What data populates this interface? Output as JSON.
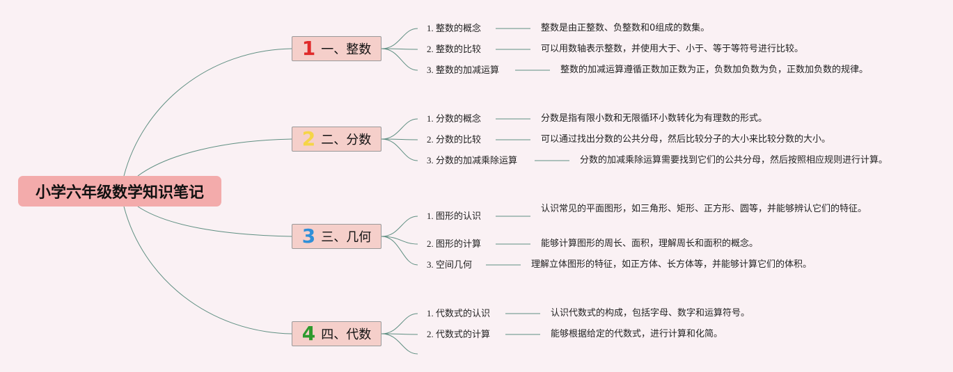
{
  "title": "小学六年级数学知识笔记",
  "colors": {
    "background": "#faf1f4",
    "root": "#f3abab",
    "topic": "#f5cfca",
    "line": "#5f8f82"
  },
  "topics": [
    {
      "number": "1",
      "number_color": "#e02a2a",
      "label": "一、整数",
      "items": [
        {
          "label": "1. 整数的概念",
          "desc": "整数是由正整数、负整数和0组成的数集。"
        },
        {
          "label": "2. 整数的比较",
          "desc": "可以用数轴表示整数，并使用大于、小于、等于等符号进行比较。"
        },
        {
          "label": "3. 整数的加减运算",
          "desc": "整数的加减运算遵循正数加正数为正，负数加负数为负，正数加负数的规律。"
        }
      ]
    },
    {
      "number": "2",
      "number_color": "#f5d547",
      "label": "二、分数",
      "items": [
        {
          "label": "1. 分数的概念",
          "desc": "分数是指有限小数和无限循环小数转化为有理数的形式。"
        },
        {
          "label": "2. 分数的比较",
          "desc": "可以通过找出分数的公共分母，然后比较分子的大小来比较分数的大小。"
        },
        {
          "label": "3. 分数的加减乘除运算",
          "desc": "分数的加减乘除运算需要找到它们的公共分母，然后按照相应规则进行计算。"
        }
      ]
    },
    {
      "number": "3",
      "number_color": "#2f8fd8",
      "label": "三、几何",
      "items": [
        {
          "label": "1. 图形的认识",
          "desc": "认识常见的平面图形，如三角形、矩形、正方形、圆等，并能够辨认它们的特征。"
        },
        {
          "label": "2. 图形的计算",
          "desc": "能够计算图形的周长、面积，理解周长和面积的概念。"
        },
        {
          "label": "3. 空间几何",
          "desc": "理解立体图形的特征，如正方体、长方体等，并能够计算它们的体积。"
        }
      ]
    },
    {
      "number": "4",
      "number_color": "#2e9a2e",
      "label": "四、代数",
      "items": [
        {
          "label": "1. 代数式的认识",
          "desc": "认识代数式的构成，包括字母、数字和运算符号。"
        },
        {
          "label": "2. 代数式的计算",
          "desc": "能够根据给定的代数式，进行计算和化简。"
        }
      ]
    }
  ]
}
